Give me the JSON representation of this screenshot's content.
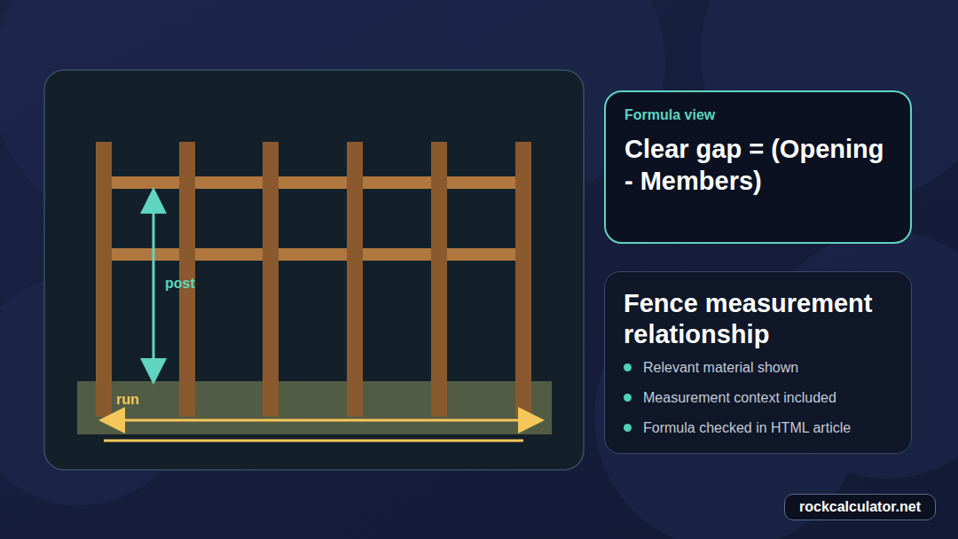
{
  "diagram": {
    "nodes": [
      {
        "text": [
          "Formula view",
          "Clear gap = (Opening - Members)"
        ]
      },
      {
        "text": [
          "Fence measurement relationship",
          "Relevant material shown",
          "Measurement context included",
          "Formula checked in HTML article"
        ]
      },
      {
        "text": [
          "rockcalculator.net"
        ]
      }
    ],
    "labels": [
      "post",
      "run"
    ]
  }
}
